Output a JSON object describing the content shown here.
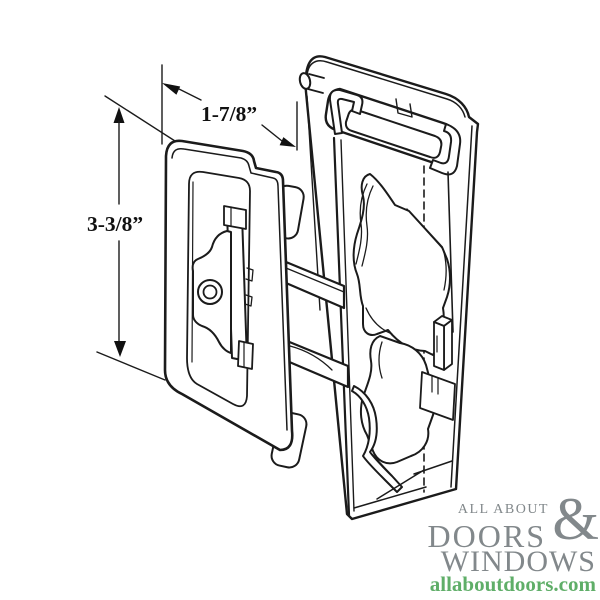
{
  "diagram": {
    "width_dimension": "1-7/8”",
    "height_dimension": "3-3/8”",
    "line_color": "#1b1b1b"
  },
  "logo": {
    "line1": "ALL ABOUT",
    "ampersand": "&",
    "line2": "DOORS",
    "line3": "WINDOWS",
    "website": "allaboutdoors.com",
    "text_color": "#82888b",
    "website_color": "#5fae68"
  }
}
